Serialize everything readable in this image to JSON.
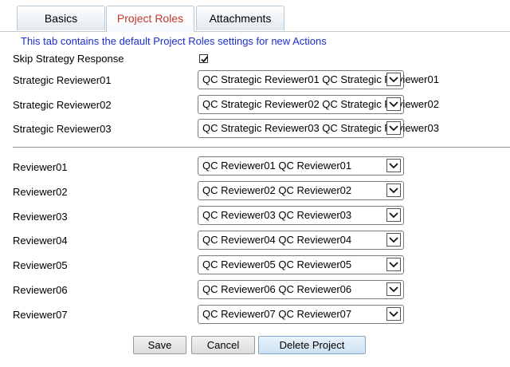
{
  "tabs": [
    {
      "label": "Basics"
    },
    {
      "label": "Project Roles",
      "active": true
    },
    {
      "label": "Attachments"
    }
  ],
  "info_text": "This tab contains the default Project Roles settings for new Actions",
  "skip_strategy": {
    "label": "Skip Strategy Response",
    "checked": true
  },
  "strategic_reviewers": [
    {
      "label": "Strategic Reviewer01",
      "value": "QC Strategic Reviewer01 QC Strategic Reviewer01"
    },
    {
      "label": "Strategic Reviewer02",
      "value": "QC Strategic Reviewer02 QC Strategic Reviewer02"
    },
    {
      "label": "Strategic Reviewer03",
      "value": "QC Strategic Reviewer03 QC Strategic Reviewer03"
    }
  ],
  "reviewers": [
    {
      "label": "Reviewer01",
      "value": "QC Reviewer01 QC Reviewer01"
    },
    {
      "label": "Reviewer02",
      "value": "QC Reviewer02 QC Reviewer02"
    },
    {
      "label": "Reviewer03",
      "value": "QC Reviewer03 QC Reviewer03"
    },
    {
      "label": "Reviewer04",
      "value": "QC Reviewer04 QC Reviewer04"
    },
    {
      "label": "Reviewer05",
      "value": "QC Reviewer05 QC Reviewer05"
    },
    {
      "label": "Reviewer06",
      "value": "QC Reviewer06 QC Reviewer06"
    },
    {
      "label": "Reviewer07",
      "value": "QC Reviewer07 QC Reviewer07"
    }
  ],
  "buttons": {
    "save": "Save",
    "cancel": "Cancel",
    "delete": "Delete Project"
  },
  "colors": {
    "active_tab_text": "#c0392b",
    "info_text": "#1a2fcc"
  }
}
